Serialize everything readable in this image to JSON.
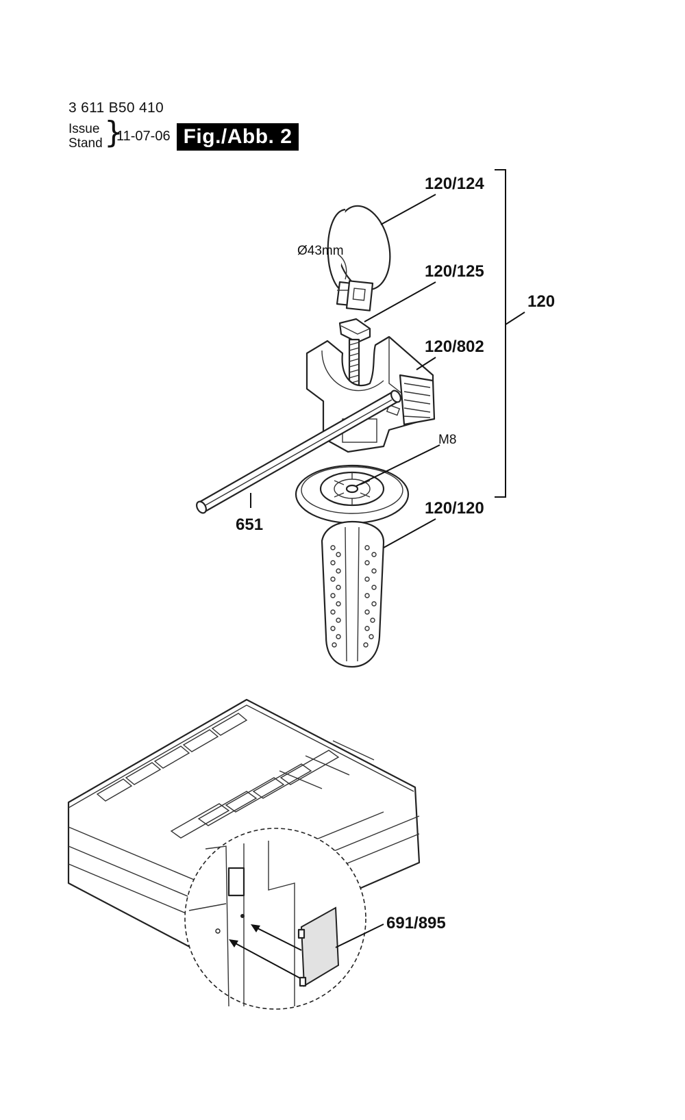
{
  "header": {
    "part_number": "3 611 B50 410",
    "issue_label": "Issue",
    "stand_label": "Stand",
    "date": "11-07-06",
    "figure": "Fig./Abb. 2"
  },
  "callouts": {
    "c_120_124": "120/124",
    "c_120_125": "120/125",
    "c_120_802": "120/802",
    "c_120": "120",
    "c_m8": "M8",
    "c_120_120": "120/120",
    "c_651": "651",
    "c_691_895": "691/895",
    "dim_43mm": "Ø43mm"
  }
}
